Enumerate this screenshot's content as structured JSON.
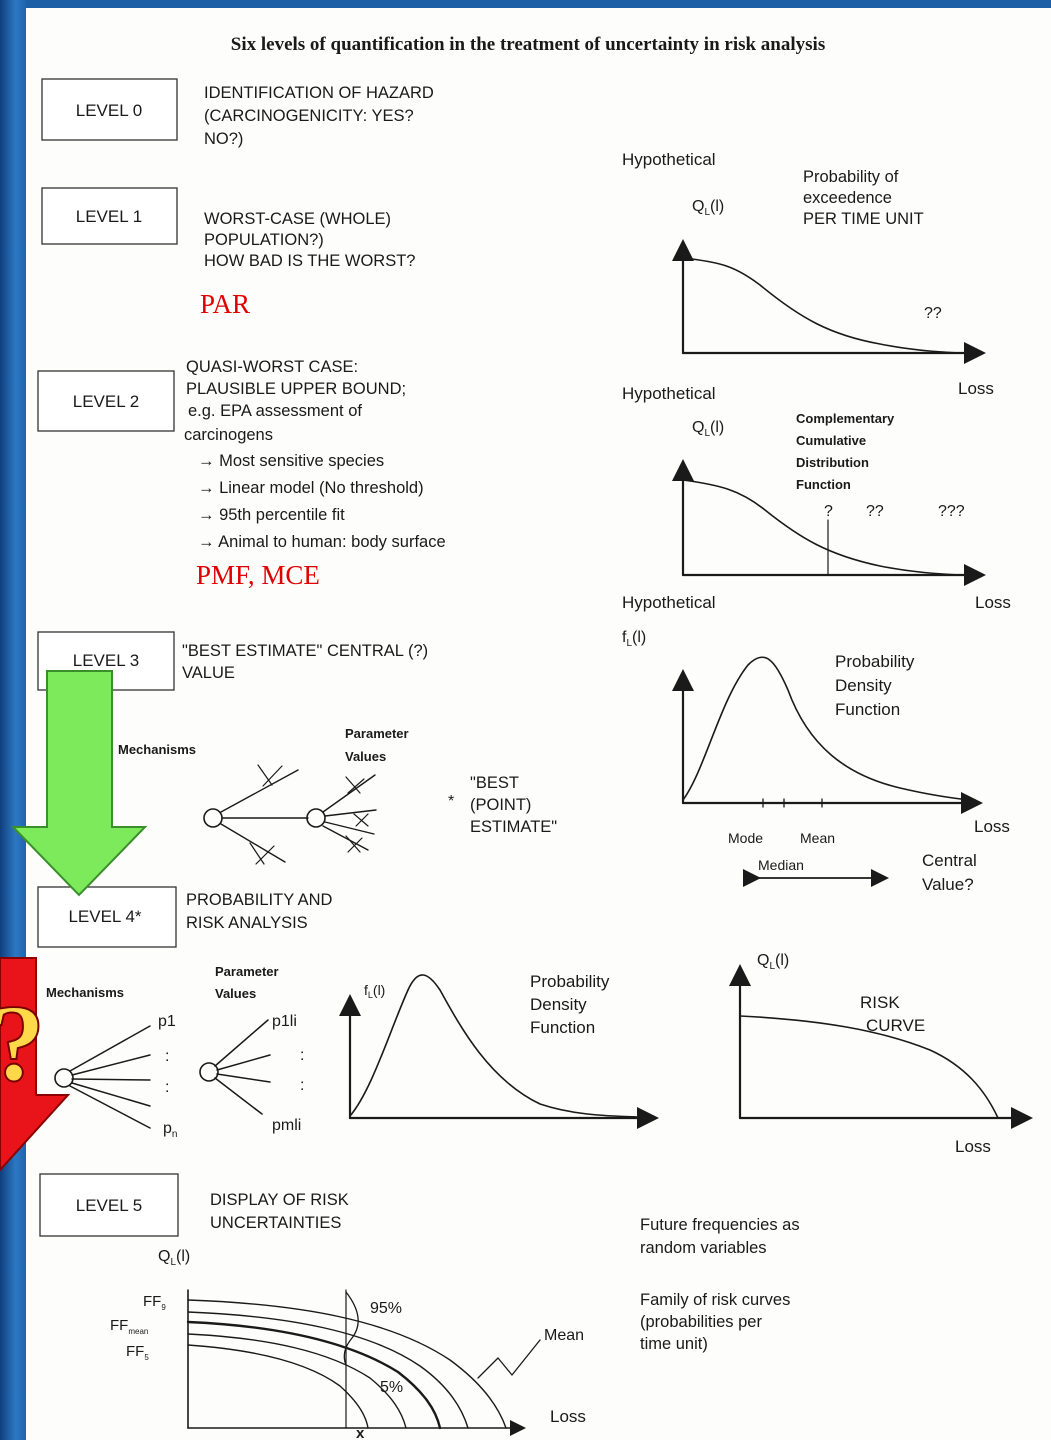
{
  "title": "Six levels of quantification in the treatment of uncertainty in risk analysis",
  "levels": [
    {
      "label": "LEVEL 0",
      "lines": [
        "IDENTIFICATION OF HAZARD",
        "(CARCINOGENICITY: YES?",
        "NO?)"
      ]
    },
    {
      "label": "LEVEL 1",
      "lines": [
        "WORST-CASE (WHOLE)",
        "POPULATION?)",
        "HOW BAD IS THE WORST?"
      ]
    },
    {
      "label": "LEVEL 2",
      "lines": [
        "QUASI-WORST CASE:",
        "PLAUSIBLE UPPER BOUND;",
        "e.g. EPA assessment of",
        "carcinogens",
        "→ Most sensitive species",
        "→ Linear model (No threshold)",
        "→ 95th percentile fit",
        "→ Animal to human:  body surface"
      ]
    },
    {
      "label": "LEVEL 3",
      "lines": [
        "\"BEST ESTIMATE\" CENTRAL (?)",
        "VALUE"
      ]
    },
    {
      "label": "LEVEL 4*",
      "lines": [
        "PROBABILITY AND",
        "RISK ANALYSIS"
      ]
    },
    {
      "label": "LEVEL 5",
      "lines": [
        "DISPLAY OF RISK",
        "UNCERTAINTIES"
      ]
    }
  ],
  "annotations": {
    "par": "PAR",
    "pmf_mce": "PMF, MCE",
    "question_mark": "?"
  },
  "graph1": {
    "hypothetical": "Hypothetical",
    "ylabel": "Q",
    "ysub": "L",
    "yarg": "(l)",
    "desc": [
      "Probability of",
      "exceedence",
      "PER TIME UNIT"
    ],
    "marks": "??",
    "xlabel": "Loss"
  },
  "graph2": {
    "hypothetical": "Hypothetical",
    "ylabel": "Q",
    "ysub": "L",
    "yarg": "(l)",
    "desc": [
      "Complementary",
      "Cumulative",
      "Distribution",
      "Function"
    ],
    "marks": [
      "?",
      "??",
      "???"
    ],
    "xlabel": "Loss"
  },
  "graph3": {
    "hypothetical": "Hypothetical",
    "ylabel": "f",
    "ysub": "L",
    "yarg": "(l)",
    "desc": [
      "Probability",
      "Density",
      "Function"
    ],
    "xlabel": "Loss",
    "ticks": [
      "Mode",
      "Mean",
      "Median"
    ],
    "central": [
      "Central",
      "Value?"
    ]
  },
  "level3_tree": {
    "mechanisms": "Mechanisms",
    "parameter": [
      "Parameter",
      "Values"
    ],
    "star": "*",
    "estimate": [
      "\"BEST",
      "(POINT)",
      "ESTIMATE\""
    ]
  },
  "level4": {
    "mechanisms": "Mechanisms",
    "parameter": [
      "Parameter",
      "Values"
    ],
    "p1": "p1",
    "pn": "p",
    "pn_sub": "n",
    "p1li": "p1li",
    "pmli": "pmli",
    "dots": ":",
    "pdf_ylabel": "f",
    "pdf_ysub": "L",
    "pdf_yarg": "(l)",
    "pdf_desc": [
      "Probability",
      "Density",
      "Function"
    ],
    "risk_ylabel": "Q",
    "risk_ysub": "L",
    "risk_yarg": "(l)",
    "risk_desc": [
      "RISK",
      "CURVE"
    ],
    "risk_xlabel": "Loss"
  },
  "level5": {
    "ylabel": "Q",
    "ysub": "L",
    "yarg": "(l)",
    "ff9": "FF",
    "ff9_sub": "9",
    "ffmean": "FF",
    "ffmean_sub": "mean",
    "ff5": "FF",
    "ff5_sub": "5",
    "p95": "95%",
    "p5": "5%",
    "mean": "Mean",
    "xmark": "x",
    "xlabel": "Loss",
    "notes1": [
      "Future frequencies as",
      "random variables"
    ],
    "notes2": [
      "Family of risk curves",
      "(probabilities per",
      "time unit)"
    ]
  },
  "colors": {
    "annotation_red": "#e00000",
    "arrow_green": "#7dea5c",
    "arrow_red": "#e8141a",
    "background_blue": "#1d5fa6"
  }
}
